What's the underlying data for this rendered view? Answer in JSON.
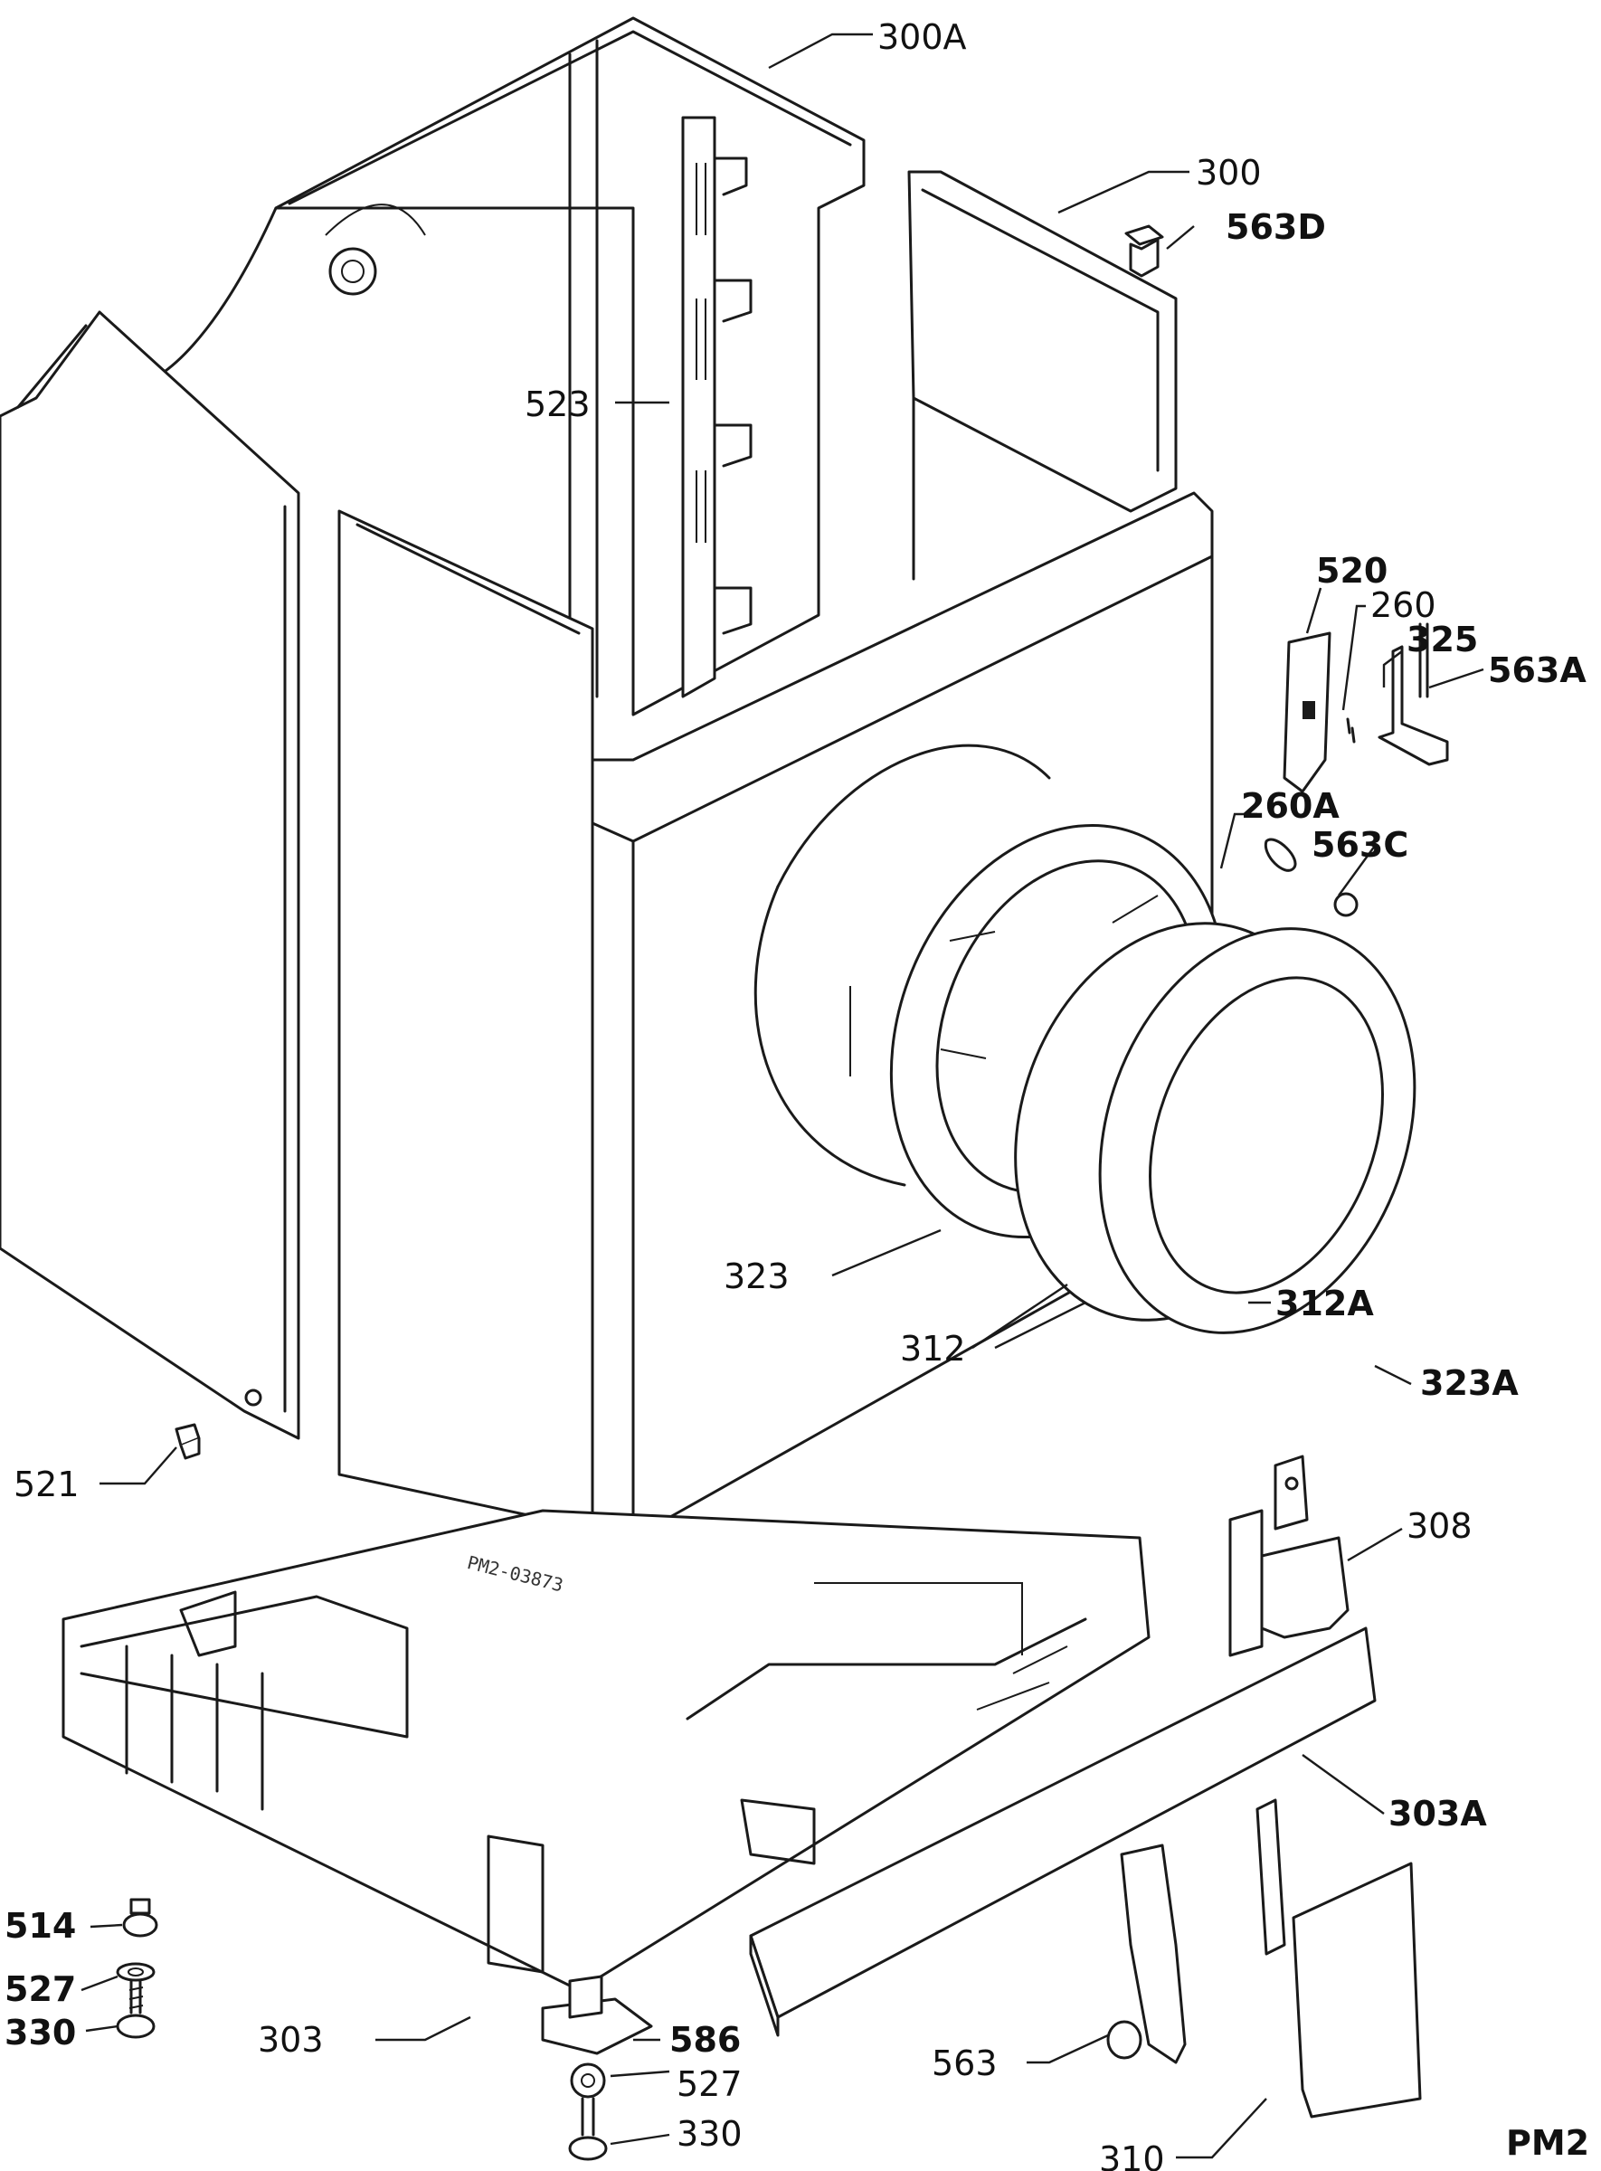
{
  "labels": {
    "l300a": "300A",
    "l300": "300",
    "l563d": "563D",
    "l523": "523",
    "l520": "520",
    "l260": "260",
    "l325": "325",
    "l563a": "563A",
    "l260a": "260A",
    "l563c": "563C",
    "l323": "323",
    "l312a": "312A",
    "l312": "312",
    "l323a": "323A",
    "l521": "521",
    "l308": "308",
    "l303a": "303A",
    "l514": "514",
    "l527a": "527",
    "l330a": "330",
    "l303": "303",
    "l586": "586",
    "l527b": "527",
    "l330b": "330",
    "l563": "563",
    "l310": "310"
  },
  "drawing_code": "PM2-03873",
  "page_code": "PM2"
}
